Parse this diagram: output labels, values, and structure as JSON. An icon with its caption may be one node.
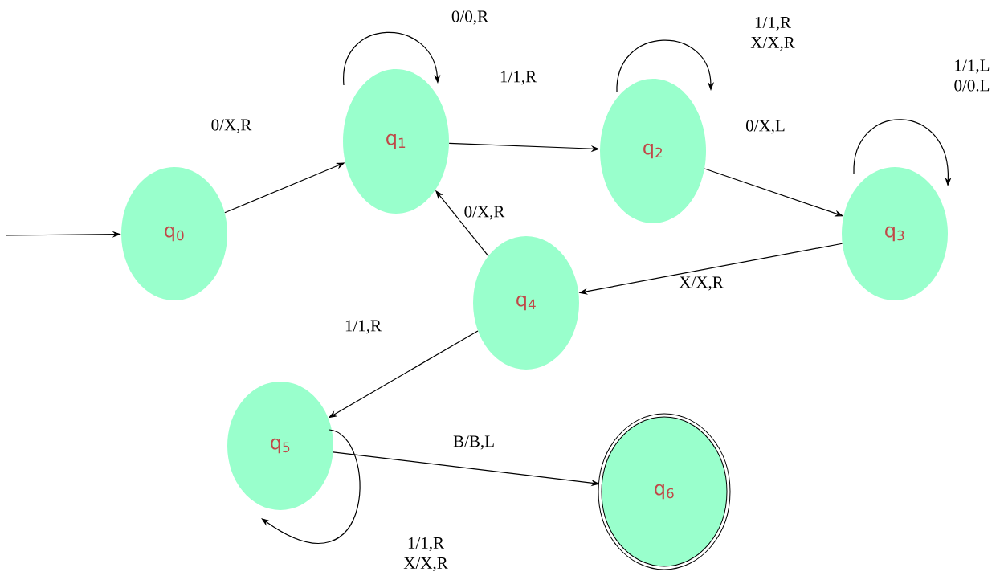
{
  "diagram": {
    "nodes": [
      {
        "text": [
          "q$_{0}$"
        ]
      },
      {
        "text": [
          "q$_{1}$"
        ]
      },
      {
        "text": [
          "q$_{2}$"
        ]
      },
      {
        "text": [
          "q$_{3}$"
        ]
      },
      {
        "text": [
          "q$_{4}$"
        ]
      },
      {
        "text": [
          "q$_{5}$"
        ]
      },
      {
        "text": [
          "q$_{6}$"
        ]
      }
    ],
    "edges": [
      {
        "from": null,
        "to": 0,
        "arrow": "to"
      },
      {
        "from": 0,
        "to": 1,
        "label": "0/X,R",
        "arrow": "to"
      },
      {
        "from": 1,
        "to": 1,
        "label": "0/0,R",
        "arrow": "to"
      },
      {
        "from": 1,
        "to": 2,
        "label": "1/1,R",
        "arrow": "to"
      },
      {
        "from": 2,
        "to": 2,
        "label": "1/1,R X/X,R",
        "arrow": "to"
      },
      {
        "from": 2,
        "to": 3,
        "label": "0/X,L",
        "arrow": "to"
      },
      {
        "from": 3,
        "to": 3,
        "label": "1/1,L 0/0.L",
        "arrow": "to"
      },
      {
        "from": 3,
        "to": 4,
        "label": "X/X,R",
        "arrow": "to"
      },
      {
        "from": 4,
        "to": 1,
        "label": "0/X,R",
        "arrow": "to"
      },
      {
        "from": 4,
        "to": 5,
        "label": "1/1,R",
        "arrow": "to"
      },
      {
        "from": 5,
        "to": 5,
        "label": "1/1,R X/X,R",
        "arrow": "to"
      },
      {
        "from": 5,
        "to": 6,
        "label": "B/B,L",
        "arrow": "to"
      }
    ]
  }
}
